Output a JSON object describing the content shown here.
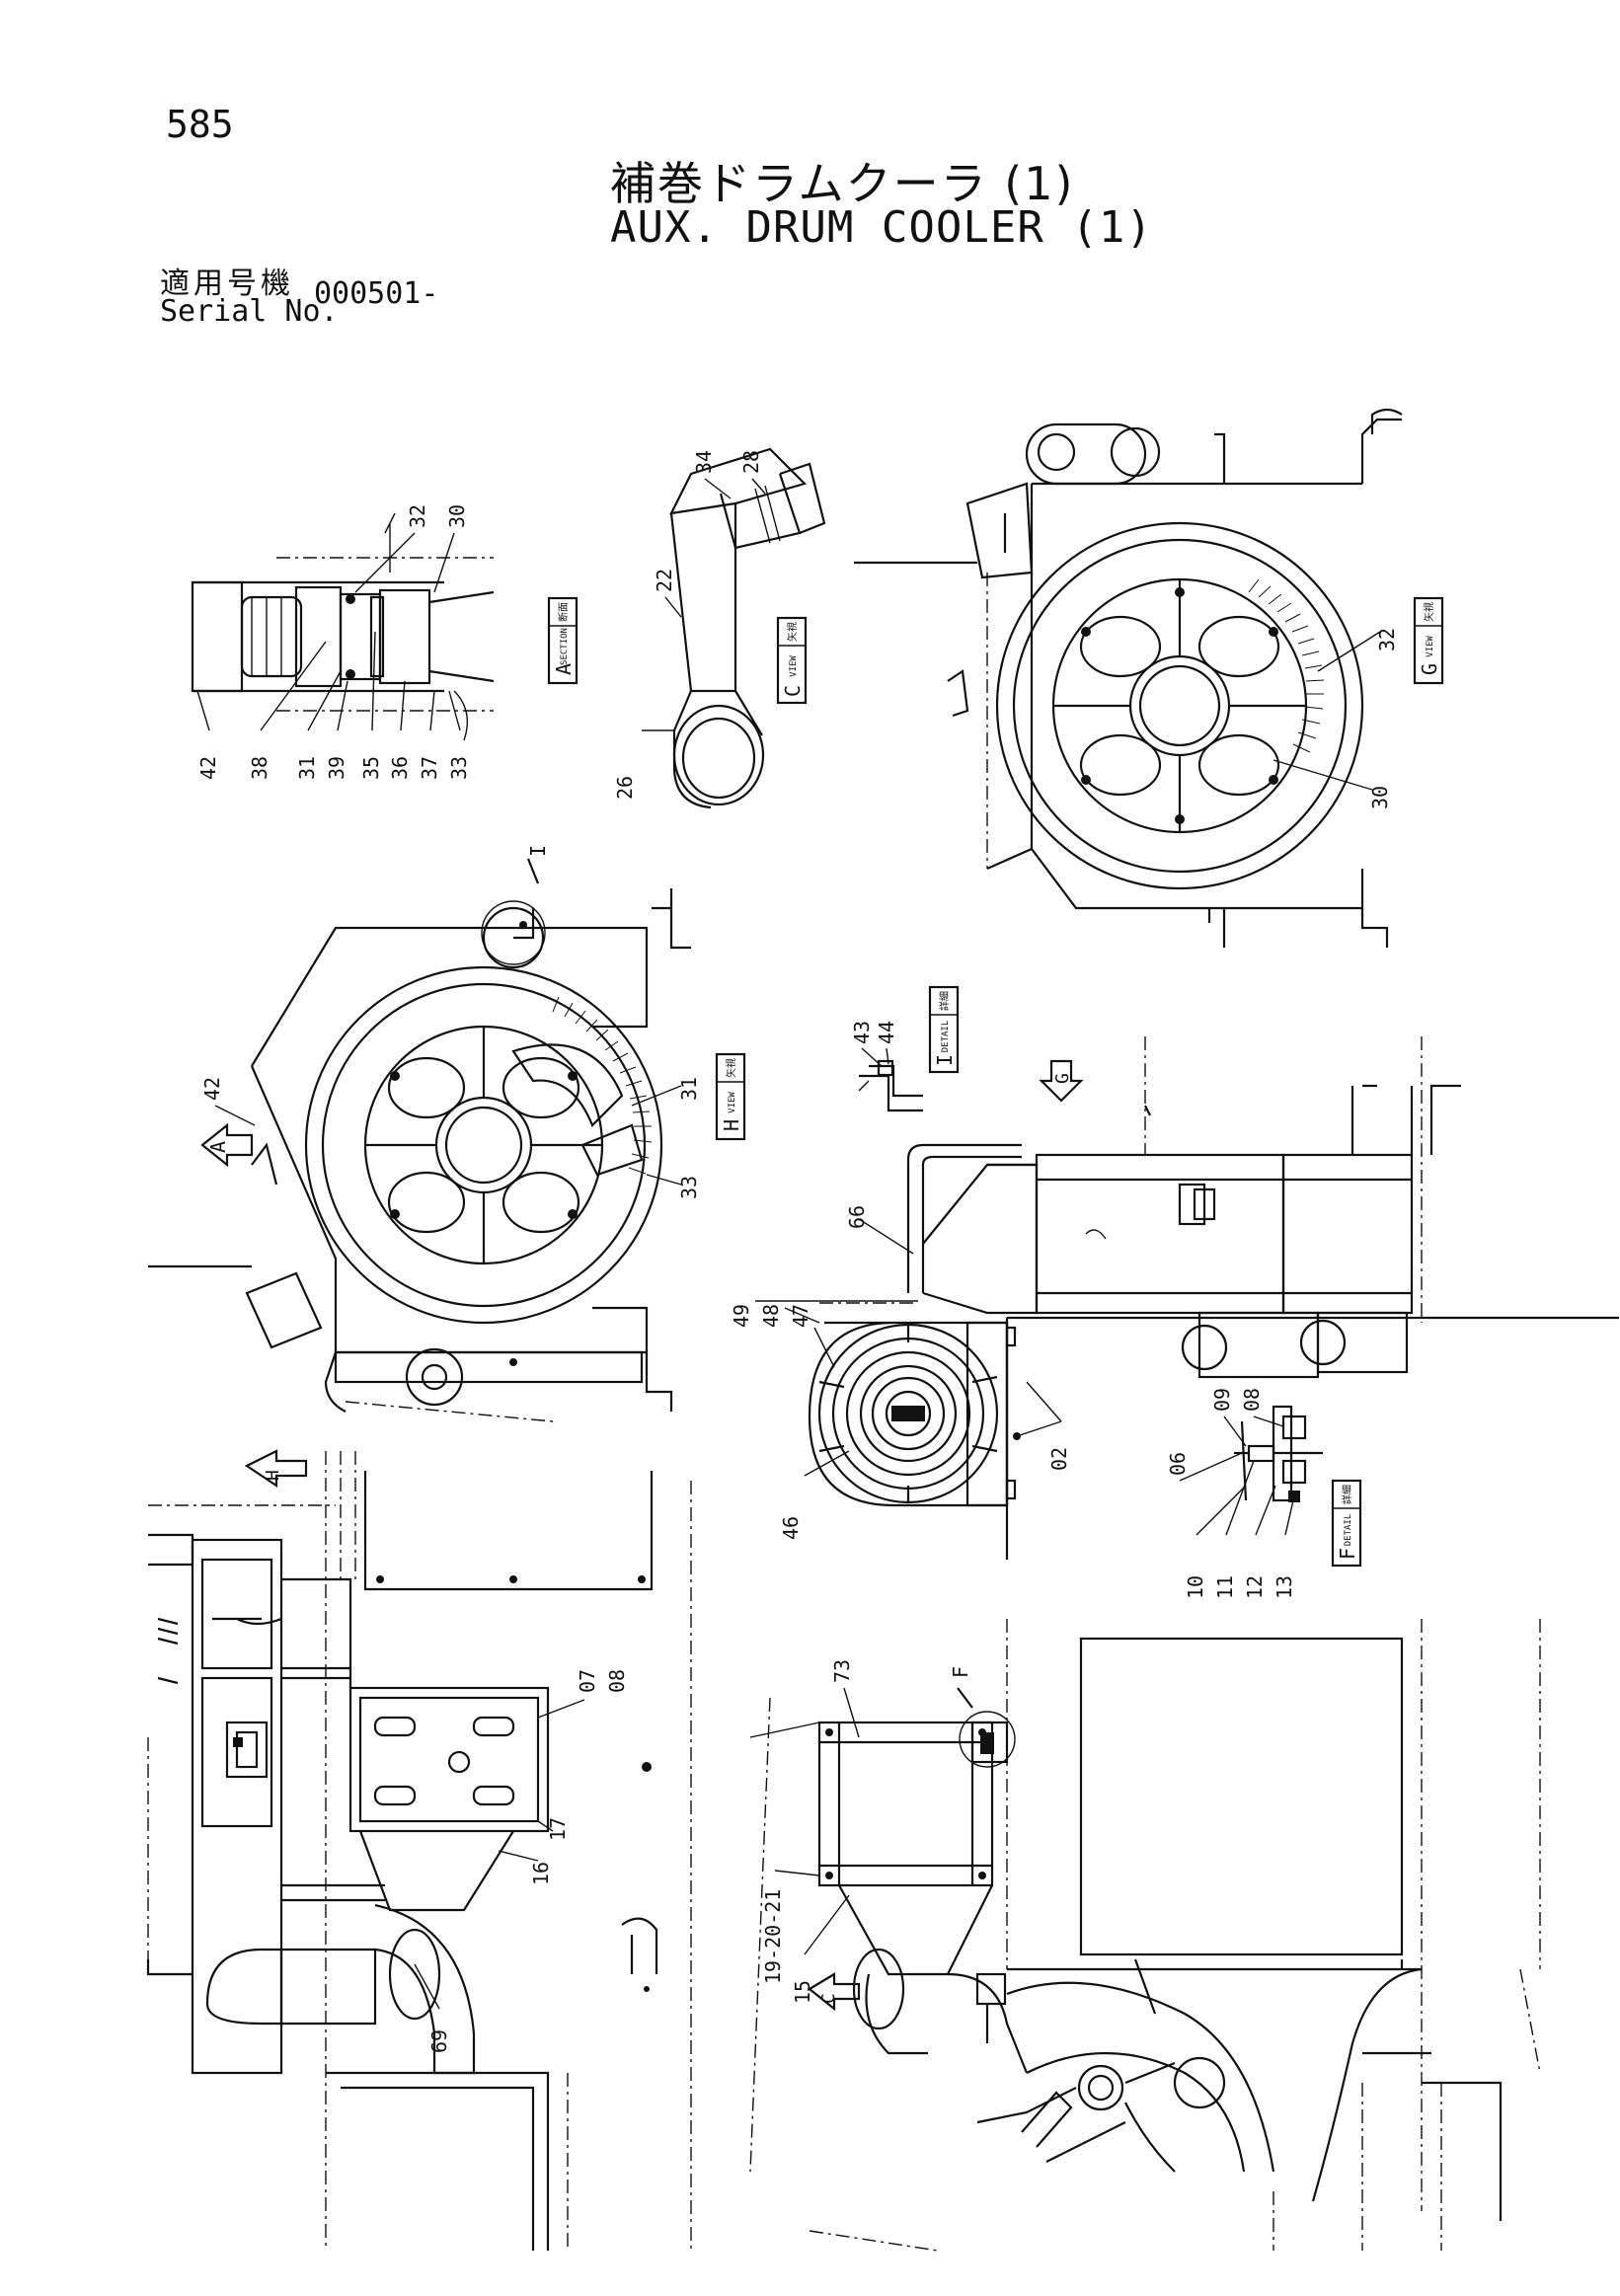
{
  "header": {
    "page_number": "585",
    "title_jp": "補巻ドラムクーラ (1)",
    "title_en": "AUX. DRUM COOLER (1)",
    "serial_label_jp": "適用号機",
    "serial_label_en": "Serial No.",
    "serial_value": "000501-"
  },
  "views": {
    "section_a": {
      "kanji": "断面",
      "en": "SECTION",
      "letter": "A"
    },
    "view_c": {
      "kanji": "矢視",
      "en": "VIEW",
      "letter": "C"
    },
    "view_g": {
      "kanji": "矢視",
      "en": "VIEW",
      "letter": "G"
    },
    "view_h": {
      "kanji": "矢視",
      "en": "VIEW",
      "letter": "H"
    },
    "detail_i": {
      "kanji": "詳細",
      "en": "DETAIL",
      "letter": "I"
    },
    "detail_f": {
      "kanji": "詳細",
      "en": "DETAIL",
      "letter": "F"
    }
  },
  "arrows": {
    "a": "A",
    "g": "G",
    "h": "H",
    "c": "C",
    "i": "I",
    "f": "F"
  },
  "callouts": {
    "section_a": [
      "32",
      "30",
      "42",
      "38",
      "31",
      "39",
      "35",
      "36",
      "37",
      "33"
    ],
    "view_c": [
      "34",
      "28",
      "22",
      "26"
    ],
    "view_g": [
      "32",
      "30"
    ],
    "view_h": [
      "42",
      "31",
      "33"
    ],
    "detail_i": [
      "43",
      "44"
    ],
    "center": [
      "66",
      "49",
      "48",
      "47",
      "46",
      "02"
    ],
    "detail_f": [
      "09",
      "08",
      "06",
      "10",
      "11",
      "12",
      "13"
    ],
    "lower_left": [
      "07",
      "08",
      "17",
      "16",
      "69"
    ],
    "lower_right": [
      "73",
      "19-20-21",
      "15"
    ]
  }
}
